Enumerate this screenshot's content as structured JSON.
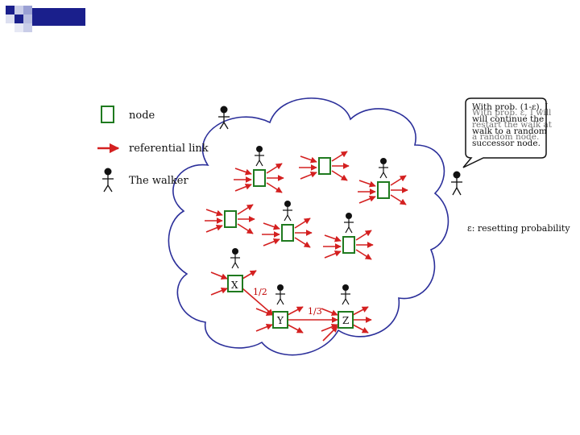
{
  "legend": {
    "node_label": "node",
    "link_label": "referential link",
    "walker_label": "The walker"
  },
  "note": {
    "lines": [
      "With prob. (1-ε), I",
      "will continue the",
      "walk to a random",
      "successor node."
    ],
    "overlay_lines": [
      "With prob. ε, I will",
      "restart the walk at",
      "a random node."
    ]
  },
  "reset_label": "ε: resetting probability",
  "nodes": {
    "x_label": "X",
    "y_label": "Y",
    "z_label": "Z"
  },
  "edge_labels": {
    "xy": "1/2",
    "yz": "1/3"
  },
  "colors": {
    "cloud": "#2b2f9a",
    "node": "#1f7a1f",
    "arrow": "#d42020",
    "deco_dark": "#1a1f8c",
    "deco_light": "#b8bde0"
  }
}
